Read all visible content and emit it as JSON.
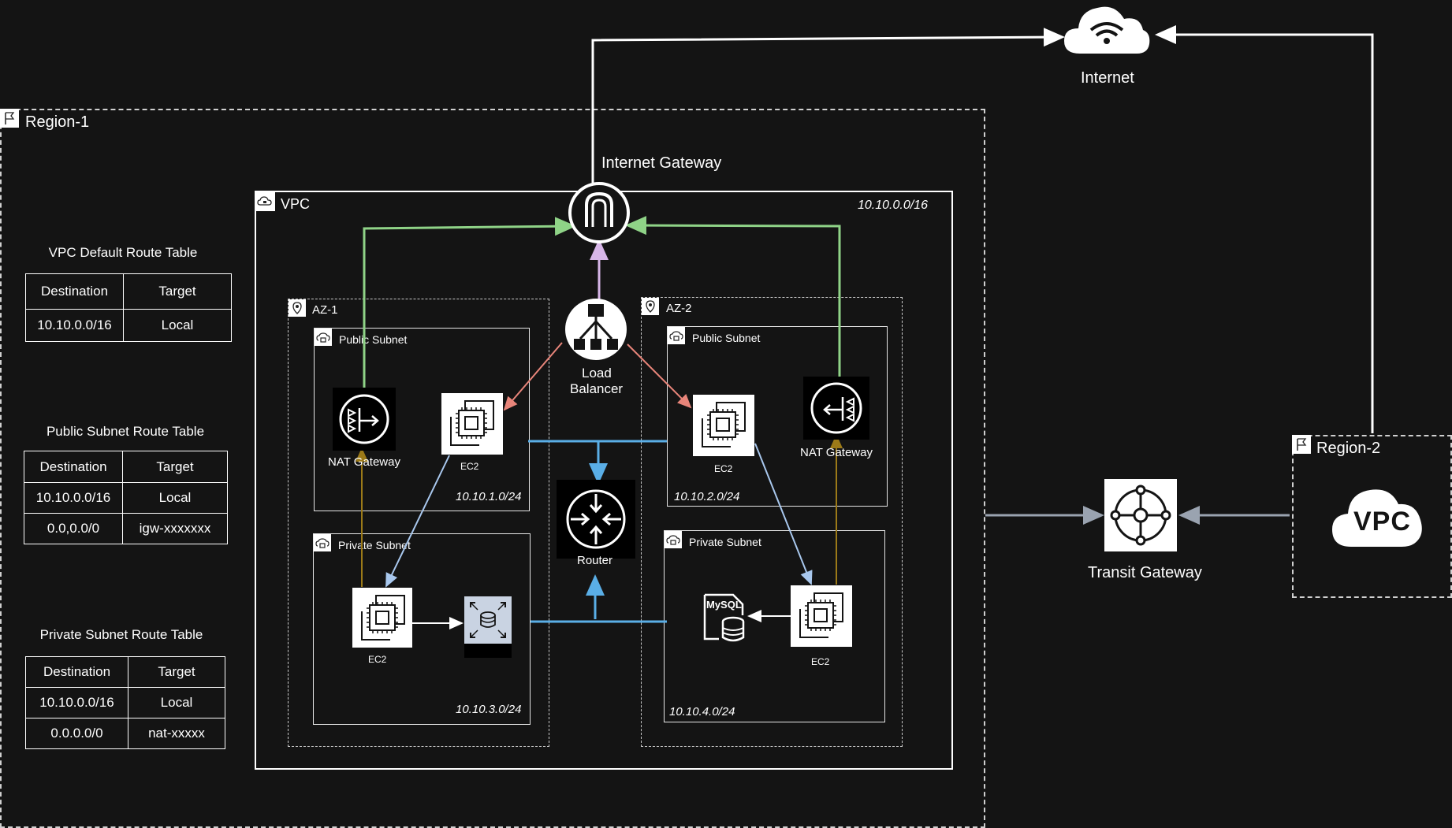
{
  "internet": {
    "label": "Internet"
  },
  "region1": {
    "label": "Region-1"
  },
  "region2": {
    "label": "Region-2",
    "vpc_label": "VPC"
  },
  "vpc": {
    "label": "VPC",
    "cidr": "10.10.0.0/16"
  },
  "internet_gateway": {
    "label": "Internet Gateway"
  },
  "load_balancer": {
    "label_line1": "Load",
    "label_line2": "Balancer"
  },
  "router": {
    "label": "Router"
  },
  "transit_gateway": {
    "label": "Transit Gateway"
  },
  "az1": {
    "label": "AZ-1",
    "public_subnet": {
      "label": "Public Subnet",
      "cidr": "10.10.1.0/24",
      "nat_label": "NAT Gateway",
      "ec2_label": "EC2"
    },
    "private_subnet": {
      "label": "Private Subnet",
      "cidr": "10.10.3.0/24",
      "ec2_label": "EC2"
    }
  },
  "az2": {
    "label": "AZ-2",
    "public_subnet": {
      "label": "Public Subnet",
      "cidr": "10.10.2.0/24",
      "nat_label": "NAT Gateway",
      "ec2_label": "EC2"
    },
    "private_subnet": {
      "label": "Private Subnet",
      "cidr": "10.10.4.0/24",
      "ec2_label": "EC2",
      "db_label": "MySQL"
    }
  },
  "route_tables": {
    "vpc_default": {
      "title": "VPC Default Route Table",
      "headers": [
        "Destination",
        "Target"
      ],
      "rows": [
        [
          "10.10.0.0/16",
          "Local"
        ]
      ]
    },
    "public_subnet": {
      "title": "Public Subnet Route Table",
      "headers": [
        "Destination",
        "Target"
      ],
      "rows": [
        [
          "10.10.0.0/16",
          "Local"
        ],
        [
          "0.0,0.0/0",
          "igw-xxxxxxx"
        ]
      ]
    },
    "private_subnet": {
      "title": "Private Subnet Route Table",
      "headers": [
        "Destination",
        "Target"
      ],
      "rows": [
        [
          "10.10.0.0/16",
          "Local"
        ],
        [
          "0.0.0.0/0",
          "nat-xxxxx"
        ]
      ]
    }
  },
  "colors": {
    "background": "#141414",
    "green_route": "#8fd387",
    "red_route": "#e8857a",
    "blue_route": "#5aaee6",
    "lightblue_route": "#a9c8ee",
    "purple_route": "#d7b6e8",
    "olive_route": "#9c7a18",
    "grey_route": "#9aa3b0",
    "white": "#ffffff"
  }
}
